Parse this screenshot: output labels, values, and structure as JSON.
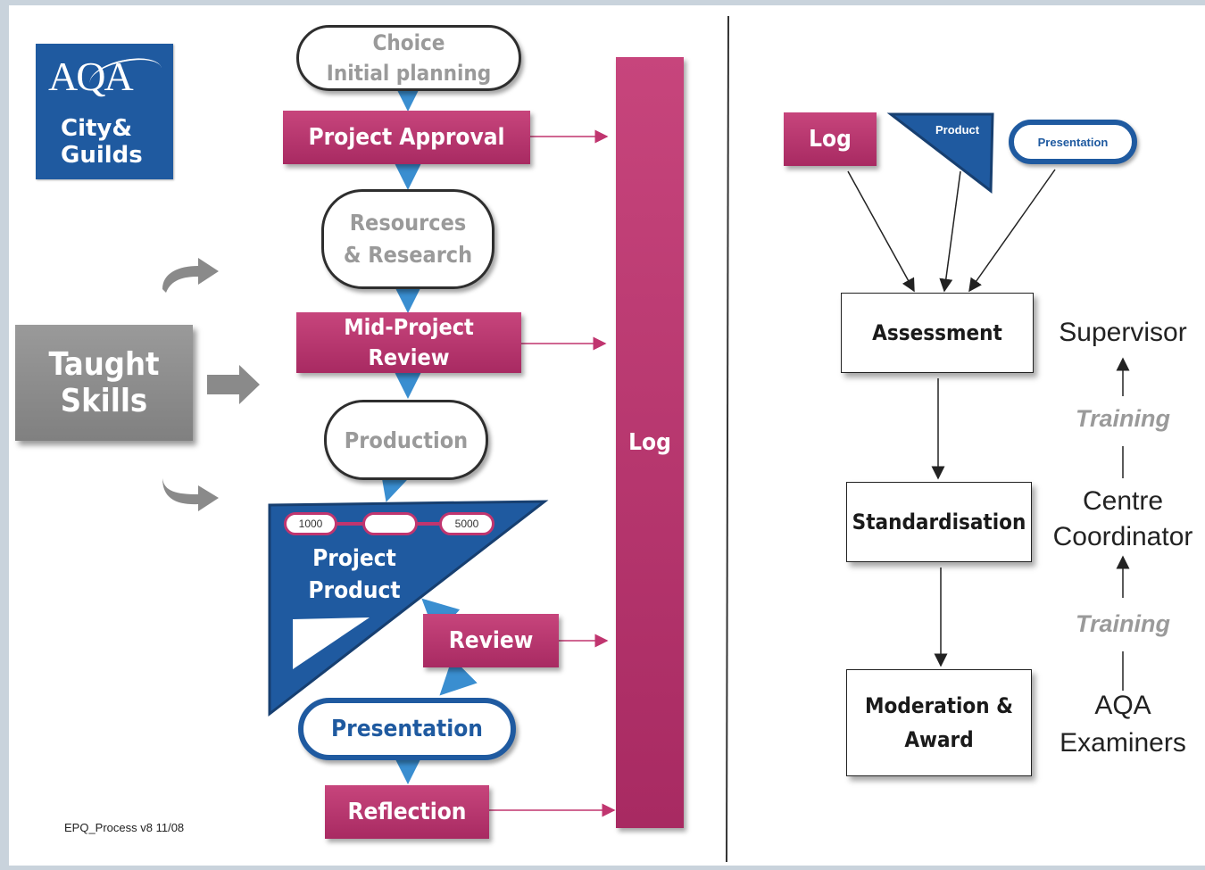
{
  "logo": {
    "aqa": "AQA",
    "city": "City&",
    "guilds": "Guilds"
  },
  "footer": {
    "version": "EPQ_Process v8 11/08"
  },
  "taught_skills": {
    "line1": "Taught",
    "line2": "Skills"
  },
  "process": {
    "choice": {
      "line1": "Choice",
      "line2": "Initial planning"
    },
    "approval": "Project Approval",
    "resources": {
      "line1": "Resources",
      "line2": "& Research"
    },
    "mid_review": {
      "line1": "Mid-Project",
      "line2": "Review"
    },
    "production": "Production",
    "product": {
      "line1": "Project",
      "line2": "Product",
      "range_min": "1000",
      "range_max": "5000"
    },
    "review": "Review",
    "presentation": "Presentation",
    "reflection": "Reflection",
    "log": "Log"
  },
  "assessment_side": {
    "log": "Log",
    "product": "Product",
    "presentation": "Presentation",
    "assessment": "Assessment",
    "standardisation": "Standardisation",
    "moderation": {
      "line1": "Moderation &",
      "line2": "Award"
    },
    "supervisor": "Supervisor",
    "training1": "Training",
    "centre": {
      "line1": "Centre",
      "line2": "Coordinator"
    },
    "training2": "Training",
    "aqa": {
      "line1": "AQA",
      "line2": "Examiners"
    }
  },
  "colors": {
    "magenta": "#b83570",
    "blue": "#1f5aa0",
    "gray": "#8c8c8c"
  }
}
